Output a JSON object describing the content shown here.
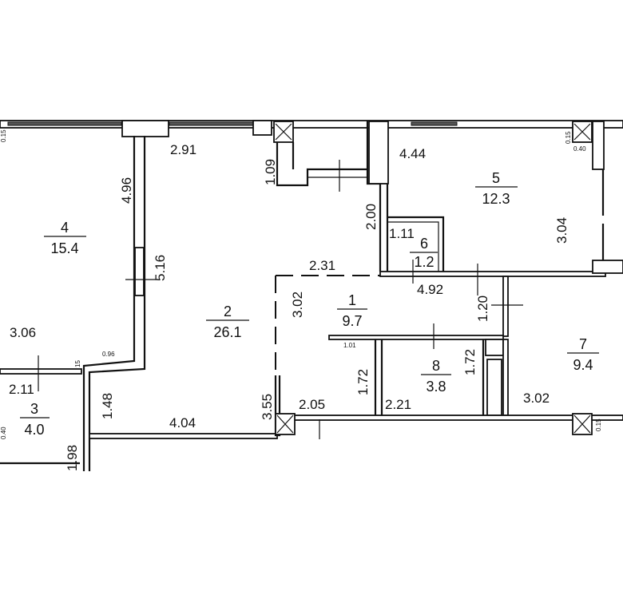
{
  "rooms": [
    {
      "number": "1",
      "area": "9.7"
    },
    {
      "number": "2",
      "area": "26.1"
    },
    {
      "number": "3",
      "area": "4.0"
    },
    {
      "number": "4",
      "area": "15.4"
    },
    {
      "number": "5",
      "area": "12.3"
    },
    {
      "number": "6",
      "area": "1.2"
    },
    {
      "number": "7",
      "area": "9.4"
    },
    {
      "number": "8",
      "area": "3.8"
    }
  ],
  "dimensions": {
    "d291": "2.91",
    "d109": "1.09",
    "d496": "4.96",
    "d516": "5.16",
    "d306": "3.06",
    "d096": "0.96",
    "d015a": "15",
    "d211": "2.11",
    "d148": "1.48",
    "d198": "1.98",
    "d404": "4.04",
    "d355": "3.55",
    "d205": "2.05",
    "d302a": "3.02",
    "d231": "2.31",
    "d200": "2.00",
    "d444": "4.44",
    "d111": "1.11",
    "d492": "4.92",
    "d120": "1.20",
    "d101": "1.01",
    "d172a": "1.72",
    "d172b": "1.72",
    "d221": "2.21",
    "d302b": "3.02",
    "d304": "3.04",
    "d015b": "0.15",
    "d040a": "0.40",
    "d040b": "0.40",
    "d015c": "0.15",
    "d015d": "0.15"
  }
}
